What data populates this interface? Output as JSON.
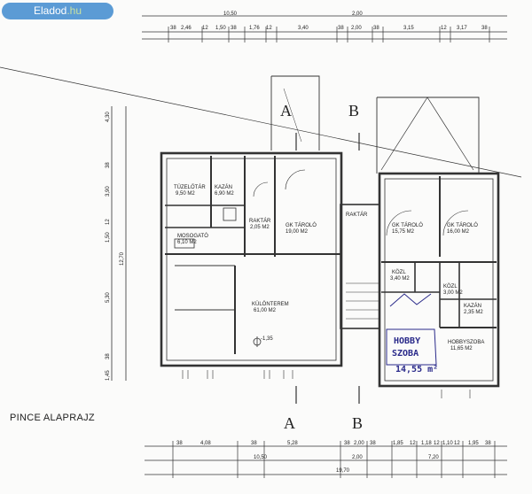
{
  "brand": {
    "name": "Eladod",
    "tld": ".hu"
  },
  "drawing": {
    "title": "PINCE ALAPRAJZ",
    "section_labels": {
      "a_top": "A",
      "b_top": "B",
      "a_bottom": "A",
      "b_bottom": "B"
    },
    "rooms": [
      {
        "name": "TÜZELŐTÁR",
        "area": "9,50 M2"
      },
      {
        "name": "KAZÁN",
        "area": "6,90 M2"
      },
      {
        "name": "RAKTÁR",
        "area": "2,05 M2"
      },
      {
        "name": "GK TÁROLÓ",
        "area": "19,00 M2"
      },
      {
        "name": "RAKTÁR",
        "area": ""
      },
      {
        "name": "GK TÁROLÓ",
        "area": "15,75 M2"
      },
      {
        "name": "GK TÁROLÓ",
        "area": "16,00 M2"
      },
      {
        "name": "MOSOGATÓ",
        "area": "6,10 M2"
      },
      {
        "name": "KÜLÖNTEREM",
        "area": "61,00 M2"
      },
      {
        "name": "KÖZL",
        "area": "3,40 M2"
      },
      {
        "name": "KÖZL",
        "area": "3,00 M2"
      },
      {
        "name": "KAZÁN",
        "area": "2,35 M2"
      },
      {
        "name": "HOBBYSZOBA",
        "area": "11,65 M2"
      }
    ],
    "handwritten": [
      "HOBBY",
      "SZOBA",
      "14,55 m²"
    ],
    "level_mark": "-1,35",
    "top_dims_row1": [
      "38",
      "2,46",
      "12",
      "1,50",
      "38",
      "1,76",
      "12",
      "3,40",
      "38",
      "2,00",
      "38",
      "3,15",
      "12",
      "3,17",
      "38"
    ],
    "top_dims_row2": [
      "10,50",
      "2,00"
    ],
    "left_dims": [
      "4,30",
      "38",
      "3,90",
      "12",
      "1,50",
      "5,30",
      "12,70",
      "38",
      "1,45"
    ],
    "bottom_dims_row1": [
      "38",
      "4,08",
      "38",
      "5,28",
      "38",
      "2,00",
      "38",
      "1,85",
      "12",
      "1,18",
      "12",
      "1,10",
      "12",
      "1,95",
      "38"
    ],
    "bottom_dims_row2": [
      "10,50",
      "2,00",
      "7,20"
    ],
    "bottom_total": "19,70"
  }
}
